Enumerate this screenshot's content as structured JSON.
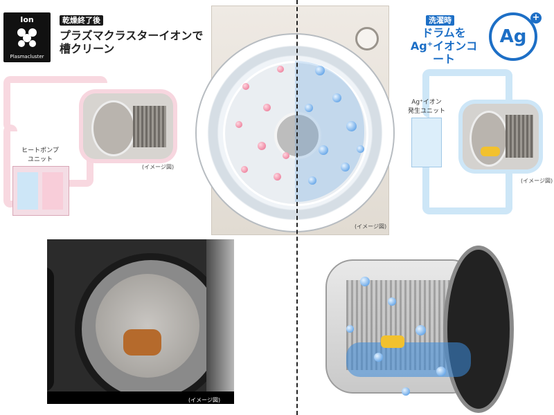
{
  "left_panel": {
    "logo": {
      "ion_label": "Ion",
      "brand_label": "Plasmacluster"
    },
    "badge": "乾燥終了後",
    "heading_line1": "プラズマクラスターイオンで",
    "heading_line2": "槽クリーン",
    "unit_label_line1": "ヒートポンプ",
    "unit_label_line2": "ユニット",
    "image_caption": "(イメージ図)"
  },
  "center_panel": {
    "image_caption": "(イメージ図)"
  },
  "right_panel": {
    "badge": "洗濯時",
    "heading_line1": "ドラムを",
    "heading_line2": "Ag⁺イオンコート",
    "ag_symbol": "Ag",
    "unit_label_line1": "Ag⁺イオン",
    "unit_label_line2": "発生ユニット",
    "image_caption": "(イメージ図)"
  },
  "bottom_left_photo": {
    "image_caption": "(イメージ図)"
  },
  "colors": {
    "accent_blue": "#1d6fc6",
    "ion_pink": "#e8698a",
    "ion_blue": "#3f8ee0"
  }
}
